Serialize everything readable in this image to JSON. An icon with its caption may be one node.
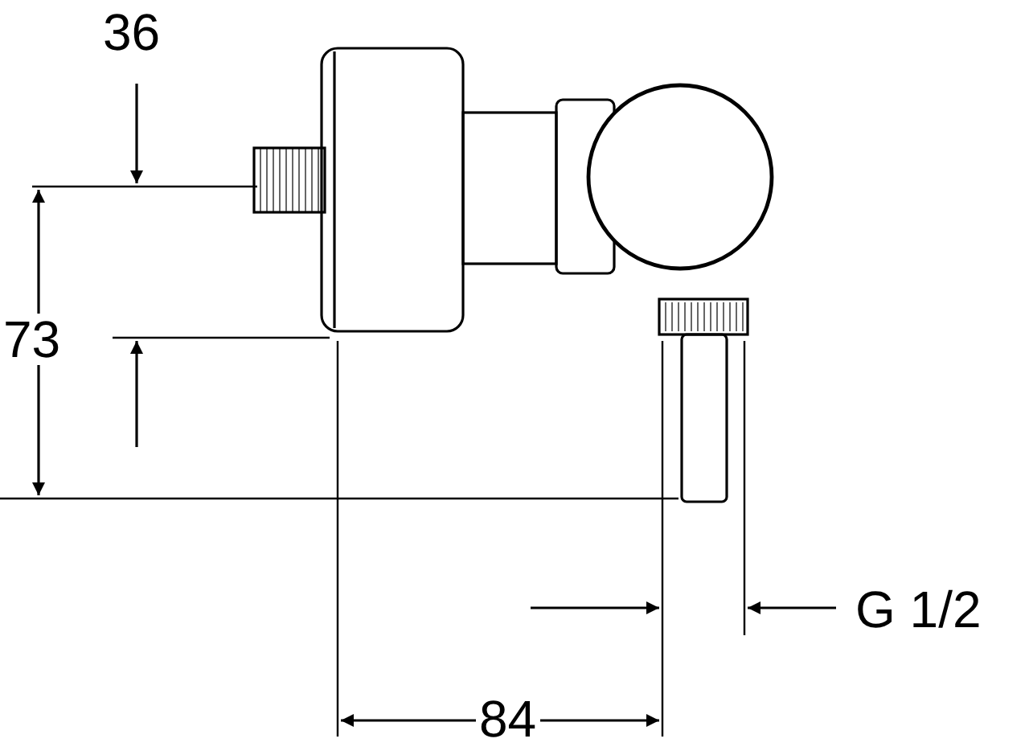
{
  "diagram": {
    "labels": [
      "36",
      "73",
      "84",
      "G 1/2"
    ]
  }
}
